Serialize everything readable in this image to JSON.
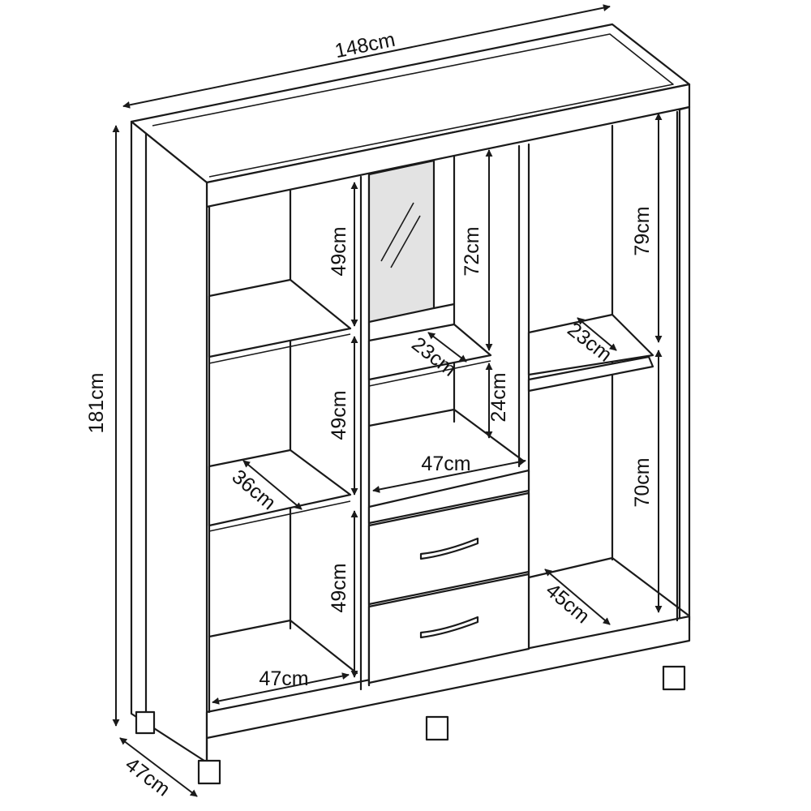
{
  "diagram": {
    "colors": {
      "line": "#1a1a1a",
      "mirror": "#e3e3e3",
      "background": "#ffffff"
    },
    "dimensions": {
      "width": "148cm",
      "height": "181cm",
      "depth": "47cm",
      "left_shelf_top": "49cm",
      "left_shelf_middle": "49cm",
      "left_shelf_bottom": "49cm",
      "left_shelf_depth": "36cm",
      "left_bottom_width": "47cm",
      "center_upper_height": "72cm",
      "center_shelf_depth": "23cm",
      "center_lower_height": "24cm",
      "center_width": "47cm",
      "right_upper_height": "79cm",
      "right_rail_depth": "23cm",
      "right_lower_height": "70cm",
      "right_bottom_depth": "45cm"
    }
  }
}
